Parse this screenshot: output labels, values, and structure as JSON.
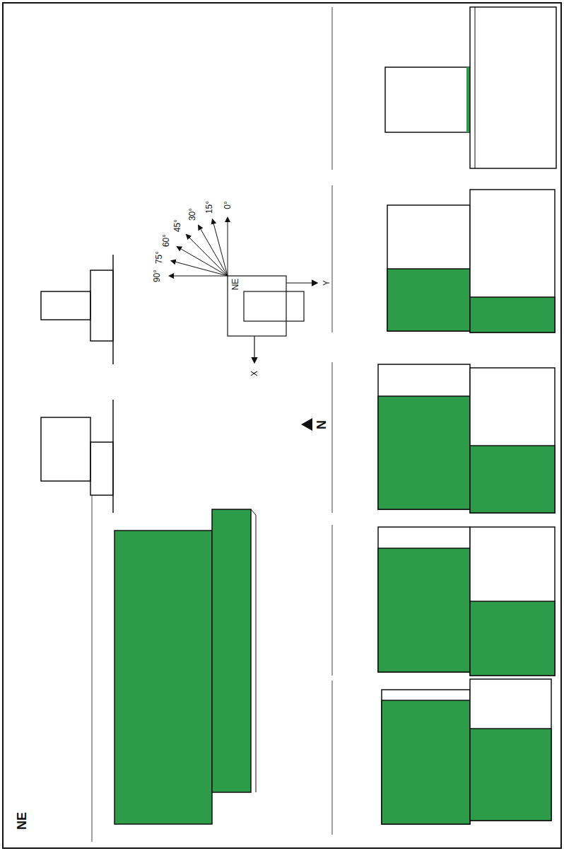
{
  "diagram": {
    "labels": [
      "NE",
      "N",
      "0°",
      "15°",
      "30°",
      "45°",
      "60°",
      "75°",
      "90°",
      "NE",
      "X",
      "Y"
    ]
  }
}
